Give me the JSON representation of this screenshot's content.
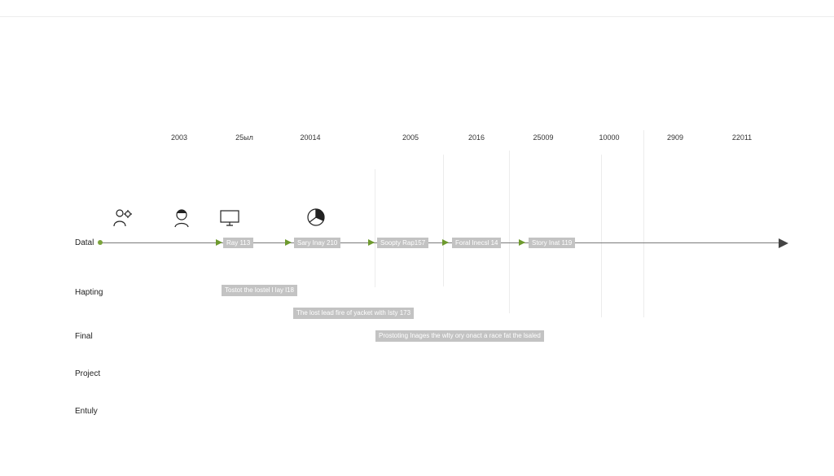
{
  "years": [
    "2003",
    "25ыл",
    "20014",
    "2005",
    "2016",
    "25009",
    "10000",
    "2909",
    "22011"
  ],
  "rows": [
    "Datal",
    "Hapting",
    "Final",
    "Project",
    "Entuly"
  ],
  "milestones": [
    "Ray 113",
    "Sary Inay 210",
    "Soopty Rap157",
    "Foral Inecsl 14",
    "Story Inat 119"
  ],
  "tasks": [
    "Tostot the lostel l lay l18",
    "The lost lead fire of yacket with Isty 173",
    "Prostoting Inages the wlty ory onact a race fat the lsaled"
  ],
  "icons": [
    "user-gear-icon",
    "person-icon",
    "monitor-icon",
    "pie-chart-icon"
  ],
  "colors": {
    "accent": "#6e9a2e",
    "label_bg": "#c3c3c3",
    "axis": "#7a7a7a"
  }
}
